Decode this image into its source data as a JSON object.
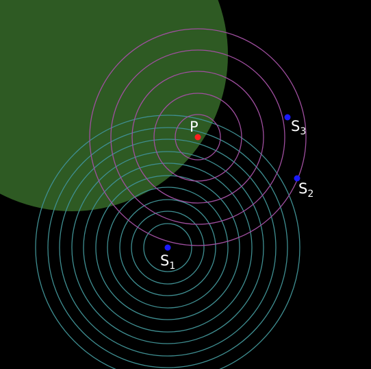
{
  "colors": {
    "background": "#000000",
    "region_fill": "#2e5a23",
    "s1_rings": "#3f8f92",
    "p_rings": "#a04fa0",
    "point_p": "#ff2020",
    "point_s": "#1a1aff",
    "label": "#ffffff"
  },
  "labels": {
    "p": "P",
    "s1_letter": "S",
    "s1_sub": "1",
    "s2_letter": "S",
    "s2_sub": "2",
    "s3_letter": "S",
    "s3_sub": "3"
  }
}
